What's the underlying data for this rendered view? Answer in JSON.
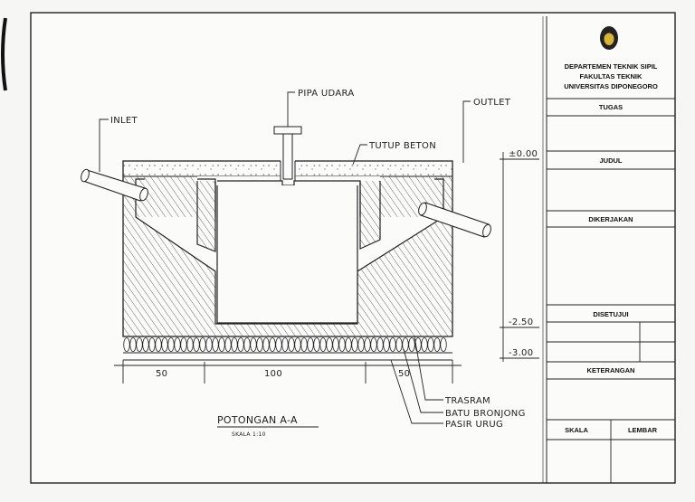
{
  "title_block": {
    "department": "DEPARTEMEN TEKNIK SIPIL",
    "faculty": "FAKULTAS TEKNIK",
    "university": "UNIVERSITAS DIPONEGORO",
    "rows": {
      "tugas": "TUGAS",
      "judul": "JUDUL",
      "dikerjakan": "DIKERJAKAN",
      "disetujui": "DISETUJUI",
      "keterangan": "KETERANGAN",
      "skala": "SKALA",
      "lembar": "LEMBAR"
    }
  },
  "labels": {
    "pipa_udara": "PIPA UDARA",
    "outlet": "OUTLET",
    "inlet": "INLET",
    "tutup_beton": "TUTUP BETON",
    "trasram": "TRASRAM",
    "batu_bronjong": "BATU BRONJONG",
    "pasir_urug": "PASIR URUG"
  },
  "elevations": {
    "top": "±0.00",
    "mid": "-2.50",
    "bottom": "-3.00"
  },
  "dimensions": {
    "left": "50",
    "center": "100",
    "right": "50"
  },
  "section": {
    "title": "POTONGAN A-A",
    "scale": "SKALA  1:10"
  },
  "colors": {
    "ink": "#222222",
    "paper": "#f6f6f4"
  }
}
